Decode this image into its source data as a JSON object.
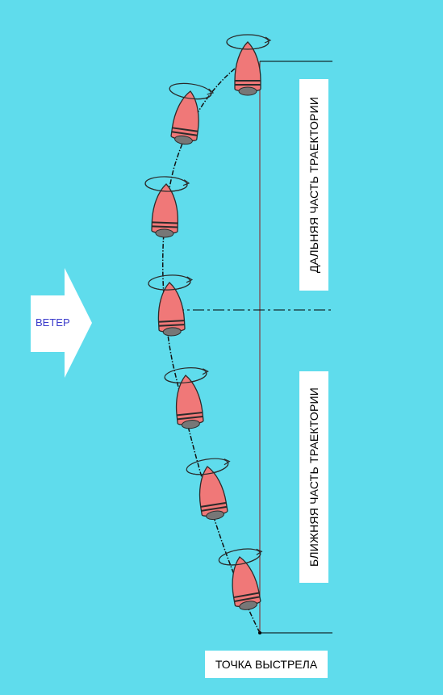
{
  "labels": {
    "far_part": "ДАЛЬНЯЯ ЧАСТЬ ТРАЕКТОРИИ",
    "near_part": "БЛИЖНЯЯ ЧАСТЬ ТРАЕКТОРИИ",
    "launch_point": "ТОЧКА ВЫСТРЕЛА",
    "wind": "ВЕТЕР"
  },
  "colors": {
    "background": "#5FDCEC",
    "boat_fill": "#F07878",
    "boat_stroke": "#2B2B2B",
    "reference_line": "#8B1A1A",
    "arrow_fill": "#FFFFFF",
    "wind_text": "#3A3ACB"
  },
  "boats": [
    {
      "name": "boat-1"
    },
    {
      "name": "boat-2"
    },
    {
      "name": "boat-3"
    },
    {
      "name": "boat-4"
    },
    {
      "name": "boat-5"
    },
    {
      "name": "boat-6"
    },
    {
      "name": "boat-7"
    }
  ],
  "icons": {
    "wind_arrow": "wind-arrow-icon",
    "rotation": "rotation-arrow-icon"
  }
}
